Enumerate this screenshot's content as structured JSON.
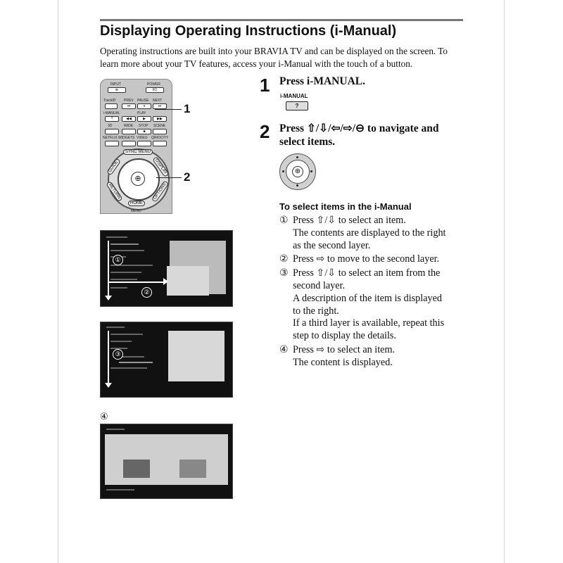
{
  "document": {
    "title": "Displaying Operating Instructions (i-Manual)",
    "intro": "Operating instructions are built into your BRAVIA TV and can be displayed on the screen. To learn more about your TV features, access your i-Manual with the touch of a button."
  },
  "remote": {
    "labels": {
      "input": "INPUT",
      "power": "POWER",
      "trackid": "TrackID",
      "prev": "PREV",
      "pause": "PAUSE",
      "next": "NEXT",
      "imanual": "i-MANUAL",
      "play": "PLAY",
      "three_d": "3D",
      "wide": "WIDE",
      "stop": "STOP",
      "scene": "SCENE",
      "netflix": "NETFLIX",
      "widgets": "WIDGETS",
      "video": "VIDEO",
      "qriocity": "QRIOCITY",
      "sync_menu": "SYNC MENU",
      "guide": "GUIDE",
      "display": "DISPLAY",
      "return": "RETURN",
      "options": "OPTIONS",
      "home": "HOME",
      "menu": "MENU"
    },
    "callouts": [
      "1",
      "2"
    ]
  },
  "screens": {
    "badge_1": "①",
    "badge_2": "②",
    "badge_3": "③",
    "badge_4": "④"
  },
  "steps": [
    {
      "number": "1",
      "heading": "Press i-MANUAL.",
      "key_label": "i-MANUAL",
      "key_symbol": "?"
    },
    {
      "number": "2",
      "heading_line1": "Press ⇧/⇩/⇦/⇨/⊖ to navigate and",
      "heading_line2": "select items."
    }
  ],
  "select_section": {
    "heading": "To select items in the i-Manual",
    "items": [
      {
        "mark": "①",
        "lines": [
          "Press ⇧/⇩ to select an item.",
          "The contents are displayed to the right",
          "as the second layer."
        ]
      },
      {
        "mark": "②",
        "lines": [
          "Press ⇨ to move to the second layer."
        ]
      },
      {
        "mark": "③",
        "lines": [
          "Press ⇧/⇩ to select an item from the",
          "second layer.",
          "A description of the item is displayed",
          "to the right.",
          "If a third layer is available, repeat this",
          "step to display the details."
        ]
      },
      {
        "mark": "④",
        "lines": [
          "Press ⇨ to select an item.",
          "The content is displayed."
        ]
      }
    ]
  }
}
